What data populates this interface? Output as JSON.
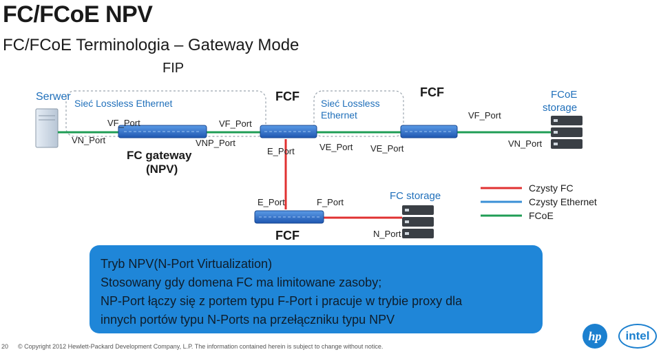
{
  "slide": {
    "title": "FC/FCoE NPV",
    "subtitle": "FC/FCoE Terminologia – Gateway Mode",
    "fip": "FIP",
    "page_number": "20",
    "footer": "© Copyright 2012 Hewlett-Packard Development Company, L.P.  The information contained herein is subject to change without notice."
  },
  "labels": {
    "serwer": "Serwer",
    "siec_lossless_1": "Sieć Lossless Ethernet",
    "vf_port_1": "VF_Port",
    "vf_port_2": "VF_Port",
    "vn_port_1": "VN_Port",
    "vnp_port": "VNP_Port",
    "fc_gateway_1": "FC gateway",
    "fc_gateway_2": "(NPV)",
    "fcf_top_1": "FCF",
    "e_port_1": "E_Port",
    "siec_lossless_2a": "Sieć Lossless",
    "siec_lossless_2b": "Ethernet",
    "ve_port_1": "VE_Port",
    "ve_port_2": "VE_Port",
    "fcf_top_2": "FCF",
    "vf_port_3": "VF_Port",
    "fcoe_storage_1": "FCoE",
    "fcoe_storage_2": "storage",
    "vn_port_2": "VN_Port",
    "e_port_2": "E_Port",
    "f_port": "F_Port",
    "fcf_bottom": "FCF",
    "fc_storage": "FC storage",
    "n_port": "N_Port"
  },
  "legend": [
    {
      "label": "Czysty FC",
      "color": "#e03131"
    },
    {
      "label": "Czysty Ethernet",
      "color": "#3a8fd6"
    },
    {
      "label": "FCoE",
      "color": "#1f9d55"
    }
  ],
  "info": {
    "line1": "Tryb NPV(N-Port Virtualization)",
    "line2": "Stosowany gdy  domena FC ma limitowane zasoby;",
    "line3": "NP-Port  łączy się z portem typu F-Port i pracuje w trybie proxy  dla",
    "line4": "innych portów typu N-Ports na przełączniku  typu NPV"
  },
  "logos": {
    "hp": "hp",
    "intel": "intel"
  },
  "colors": {
    "accent": "#1f86d8",
    "fc_line": "#e03131",
    "ethernet_line": "#3a8fd6",
    "fcoe_line": "#1f9d55",
    "switch_blue": "#2a6fd1"
  }
}
